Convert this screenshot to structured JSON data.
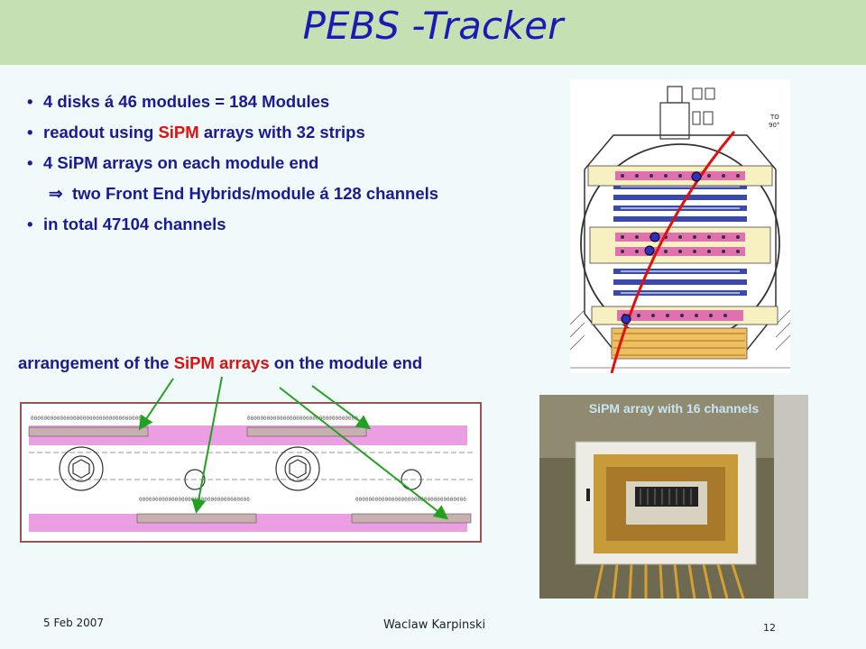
{
  "slide": {
    "title": "PEBS -Tracker",
    "bullets": [
      {
        "bullet": "•",
        "pre": "4 disks á 46 modules = 184 Modules",
        "highlight": "",
        "post": ""
      },
      {
        "bullet": "•",
        "pre": "readout using ",
        "highlight": "SiPM",
        "post": " arrays with 32 strips"
      },
      {
        "bullet": "•",
        "pre": "4 SiPM arrays on each module end",
        "highlight": "",
        "post": ""
      },
      {
        "bullet": "⇒",
        "pre": "two Front End Hybrids/module á 128 channels",
        "highlight": "",
        "post": ""
      },
      {
        "bullet": "•",
        "pre": "in total 47104 channels",
        "highlight": "",
        "post": ""
      }
    ],
    "arrangement_caption": {
      "pre": "arrangement of the ",
      "highlight": "SiPM arrays",
      "post": " on the module end"
    },
    "photo_caption": "SiPM array with 16 channels",
    "module_row_text": "0000000000000000000000000000000000",
    "drawing_labels": {
      "top_right_1": "TO",
      "top_right_2": "90°"
    },
    "footer": {
      "date": "5 Feb 2007",
      "author": "Waclaw Karpinski",
      "page": "12"
    }
  },
  "colors": {
    "title_bar": "#c5e1b4",
    "title_text": "#1a1ab4",
    "bullet_text": "#1a1a96",
    "highlight": "#e01010",
    "arrow": "#22a020",
    "track": "#e01010"
  }
}
